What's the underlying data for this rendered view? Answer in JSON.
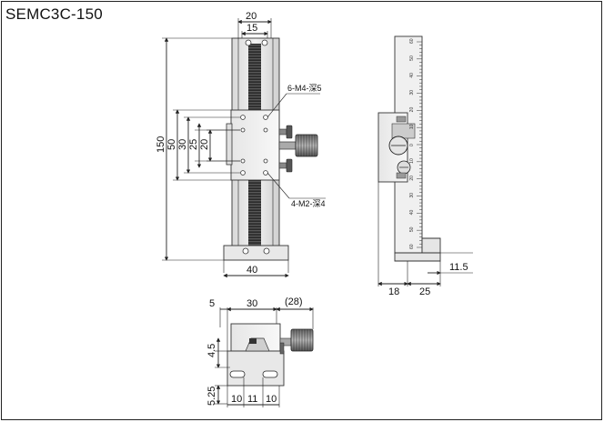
{
  "title": "SEMC3C-150",
  "front_view": {
    "top_width": "20",
    "inner_width": "15",
    "total_height": "150",
    "pitch_50": "50",
    "pitch_30": "30",
    "pitch_25": "25",
    "pitch_20": "20",
    "base_width": "40",
    "callout_top": "6-M4-深5",
    "callout_bottom": "4-M2-深4"
  },
  "side_view": {
    "dim_18": "18",
    "dim_25": "25",
    "dim_11_5": "11.5",
    "scale_numbers": [
      "60",
      "50",
      "40",
      "30",
      "20",
      "10",
      "0",
      "10",
      "20",
      "30",
      "40",
      "50",
      "60"
    ]
  },
  "bottom_view": {
    "dim_5": "5",
    "dim_30": "30",
    "dim_28": "(28)",
    "dim_4_5": "4.5",
    "dim_5_25": "5.25",
    "dim_10a": "10",
    "dim_11": "11",
    "dim_10b": "10"
  }
}
